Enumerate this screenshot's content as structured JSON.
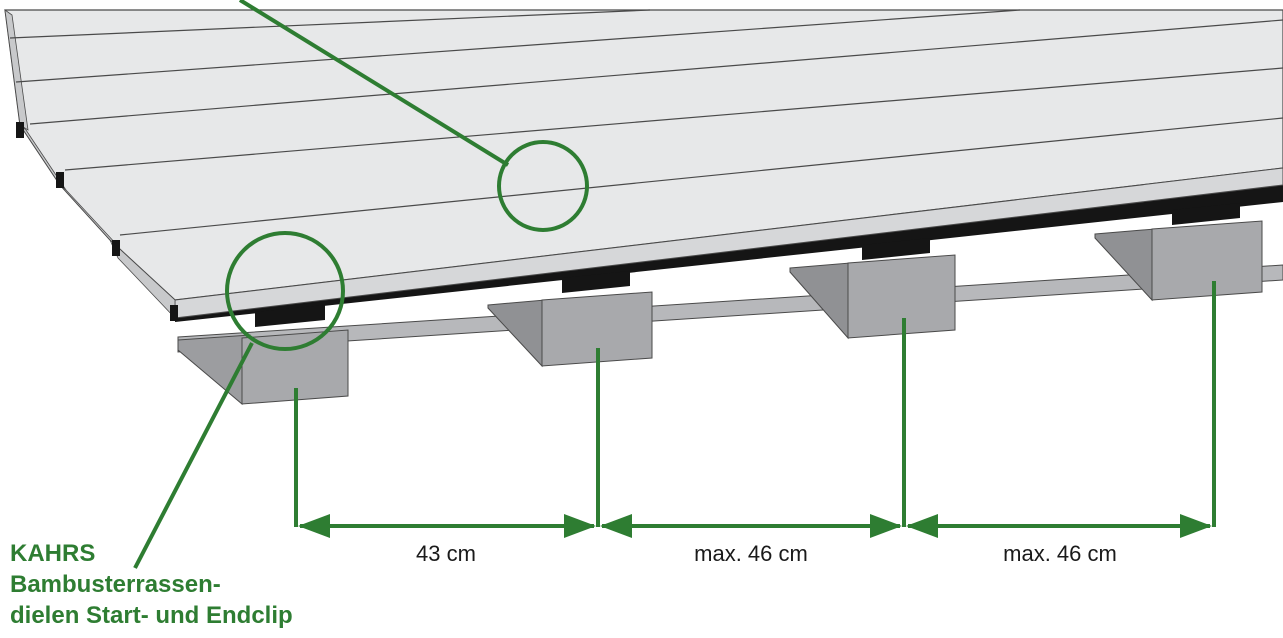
{
  "callout": {
    "brand": "KAHRS",
    "line2": "Bambusterrassen-",
    "line3": "dielen Start- und Endclip"
  },
  "dimensions": [
    {
      "label": "43 cm"
    },
    {
      "label": "max. 46 cm"
    },
    {
      "label": "max. 46 cm"
    }
  ],
  "colors": {
    "accent_green": "#2e7d32",
    "board": "#e7e8e9",
    "board_edge": "#c8c9cb",
    "joist": "#9c9da0",
    "joist_dark": "#7d7e81",
    "rubber_strip": "#151515",
    "outline": "#4a4a4a"
  }
}
